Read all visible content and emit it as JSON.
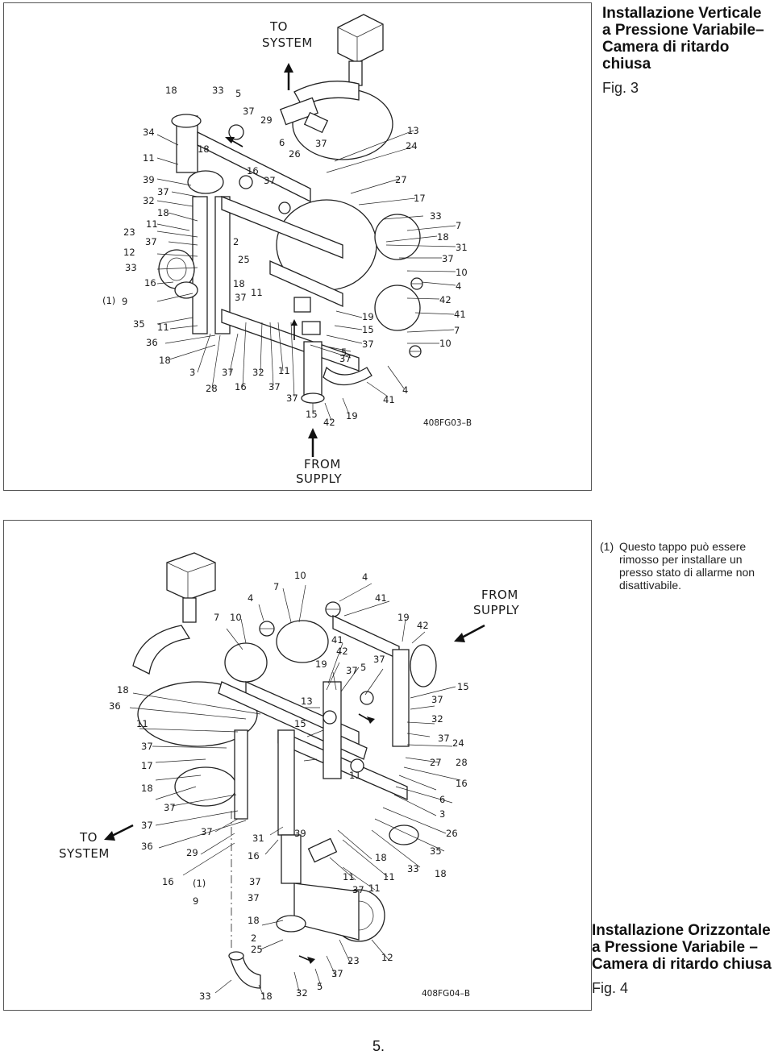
{
  "fig3": {
    "caption_title": "Installazione Verticale a Pressione Variabile–Camera di ritardo chiusa",
    "caption_fig": "Fig. 3",
    "to_system": [
      "TO",
      "SYSTEM"
    ],
    "from_supply": [
      "FROM",
      "SUPPLY"
    ],
    "drawing_code": "408FG03–B",
    "labels": [
      "18",
      "33",
      "5",
      "37",
      "29",
      "34",
      "18",
      "6",
      "26",
      "37",
      "13",
      "24",
      "11",
      "16",
      "37",
      "27",
      "17",
      "39",
      "37",
      "32",
      "18",
      "33",
      "7",
      "23",
      "11",
      "2",
      "18",
      "31",
      "37",
      "12",
      "25",
      "37",
      "33",
      "10",
      "16",
      "18",
      "4",
      "9",
      "37",
      "11",
      "42",
      "(1)",
      "35",
      "11",
      "19",
      "41",
      "15",
      "36",
      "37",
      "7",
      "10",
      "5",
      "18",
      "37",
      "3",
      "37",
      "32",
      "11",
      "28",
      "16",
      "37",
      "4",
      "37",
      "41",
      "15",
      "42",
      "19"
    ]
  },
  "fig4": {
    "caption_title": "Installazione Orizzontale a Pressione Variabile –Camera di ritardo chiusa",
    "caption_fig": "Fig. 4",
    "to_system": [
      "TO",
      "SYSTEM"
    ],
    "from_supply": [
      "FROM",
      "SUPPLY"
    ],
    "drawing_code": "408FG04–B",
    "labels": [
      "10",
      "4",
      "7",
      "4",
      "41",
      "7",
      "10",
      "19",
      "42",
      "41",
      "19",
      "5",
      "37",
      "42",
      "37",
      "15",
      "18",
      "37",
      "36",
      "13",
      "32",
      "15",
      "11",
      "24",
      "37",
      "37",
      "27",
      "16",
      "11",
      "17",
      "28",
      "18",
      "37",
      "6",
      "37",
      "3",
      "37",
      "31",
      "39",
      "26",
      "36",
      "29",
      "16",
      "18",
      "35",
      "11",
      "37",
      "11",
      "16",
      "11",
      "33",
      "18",
      "(1)",
      "37",
      "37",
      "9",
      "18",
      "2",
      "25",
      "23",
      "12",
      "37",
      "33",
      "18",
      "32",
      "5"
    ]
  },
  "note": {
    "number": "(1)",
    "text": "Questo tappo può essere rimosso per installare un presso stato di allarme non disattivabile."
  },
  "page_number": "5."
}
